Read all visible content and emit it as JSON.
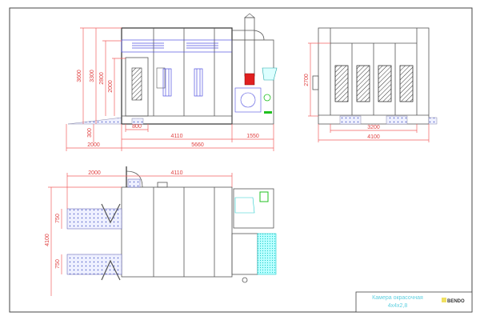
{
  "title_block": {
    "title_line1": "Камера окрасочная",
    "title_line2": "4х4х2,8",
    "logo_text": "BENDO"
  },
  "front_view": {
    "dims": {
      "height_total": "3600",
      "height_cabin": "3300",
      "height_inner": "2800",
      "door_height": "2000",
      "door_width": "800",
      "base_height": "300",
      "ramp_length": "2000",
      "cabin_length": "4110",
      "unit_length": "1550",
      "total_length": "5660"
    }
  },
  "side_view": {
    "dims": {
      "inner_height": "2700",
      "inner_width": "3200",
      "total_width": "4100"
    }
  },
  "top_view": {
    "dims": {
      "ramp_length": "2000",
      "cabin_length": "4110",
      "total_width": "4100",
      "ramp1_width": "750",
      "ramp2_width": "750"
    }
  },
  "colors": {
    "dimension": "#f06060",
    "outline": "#555555",
    "duct": "#5050e0",
    "burner": "#e02020",
    "fan": "#20c020",
    "filter": "#40e0e0",
    "title": "#60d0e0"
  }
}
